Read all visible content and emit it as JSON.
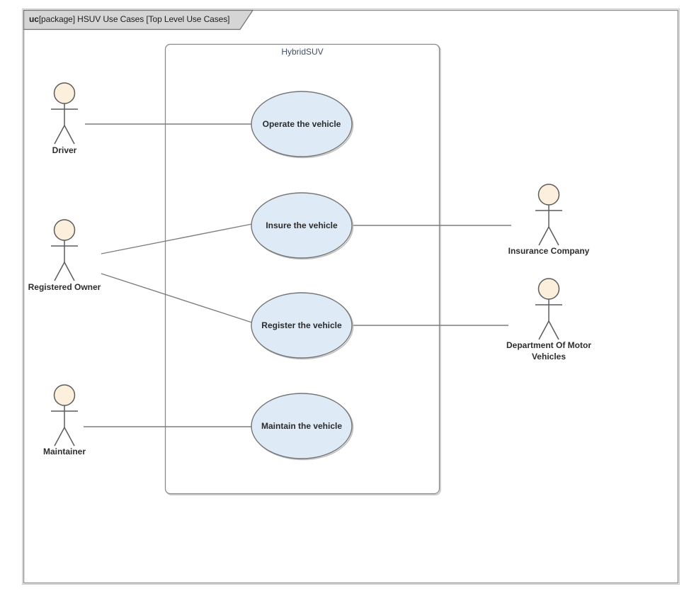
{
  "frame": {
    "keyword": "uc",
    "title": "[package] HSUV Use Cases [Top Level Use Cases]"
  },
  "system_boundary": {
    "label": "HybridSUV"
  },
  "use_cases": [
    {
      "label": "Operate the vehicle"
    },
    {
      "label": "Insure the vehicle"
    },
    {
      "label": "Register the vehicle"
    },
    {
      "label": "Maintain the vehicle"
    }
  ],
  "actors": [
    {
      "label": "Driver"
    },
    {
      "label": "Registered Owner"
    },
    {
      "label": "Maintainer"
    },
    {
      "label": "Insurance Company"
    },
    {
      "label": "Department Of Motor Vehicles"
    }
  ],
  "associations": [
    {
      "from": "Driver",
      "to": "Operate the vehicle"
    },
    {
      "from": "Registered Owner",
      "to": "Insure the vehicle"
    },
    {
      "from": "Registered Owner",
      "to": "Register the vehicle"
    },
    {
      "from": "Maintainer",
      "to": "Maintain the vehicle"
    },
    {
      "from": "Insure the vehicle",
      "to": "Insurance Company"
    },
    {
      "from": "Register the vehicle",
      "to": "Department Of Motor Vehicles"
    }
  ],
  "colors": {
    "use_case_fill": "#deebf7",
    "use_case_stroke": "#747474",
    "actor_head_fill": "#fcefdb",
    "actor_stroke": "#5c5c5c",
    "connector": "#7d7d7d",
    "frame_border": "#8d8d8d",
    "tab_fill": "#d5d5d5",
    "boundary_label_color": "#3f4f63"
  }
}
